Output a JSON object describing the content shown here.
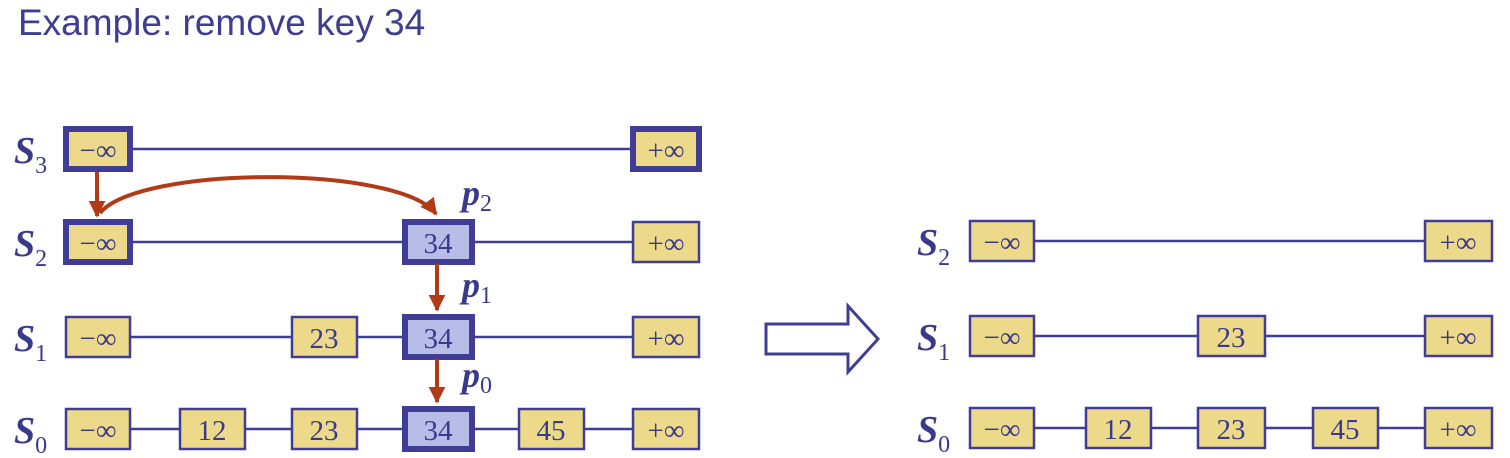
{
  "title": "Example: remove key 34",
  "colors": {
    "line": "#3f3d96",
    "node_fill": "#ecd98a",
    "highlight_fill": "#b8bde8",
    "arrow": "#b23a16"
  },
  "before": {
    "levels": [
      {
        "name": "S",
        "sub": "3",
        "nodes": [
          "−∞",
          "+∞"
        ]
      },
      {
        "name": "S",
        "sub": "2",
        "nodes": [
          "−∞",
          "34",
          "+∞"
        ]
      },
      {
        "name": "S",
        "sub": "1",
        "nodes": [
          "−∞",
          "23",
          "34",
          "+∞"
        ]
      },
      {
        "name": "S",
        "sub": "0",
        "nodes": [
          "−∞",
          "12",
          "23",
          "34",
          "45",
          "+∞"
        ]
      }
    ],
    "pointers": [
      {
        "name": "p",
        "sub": "2"
      },
      {
        "name": "p",
        "sub": "1"
      },
      {
        "name": "p",
        "sub": "0"
      }
    ]
  },
  "after": {
    "levels": [
      {
        "name": "S",
        "sub": "2",
        "nodes": [
          "−∞",
          "+∞"
        ]
      },
      {
        "name": "S",
        "sub": "1",
        "nodes": [
          "−∞",
          "23",
          "+∞"
        ]
      },
      {
        "name": "S",
        "sub": "0",
        "nodes": [
          "−∞",
          "12",
          "23",
          "45",
          "+∞"
        ]
      }
    ]
  }
}
